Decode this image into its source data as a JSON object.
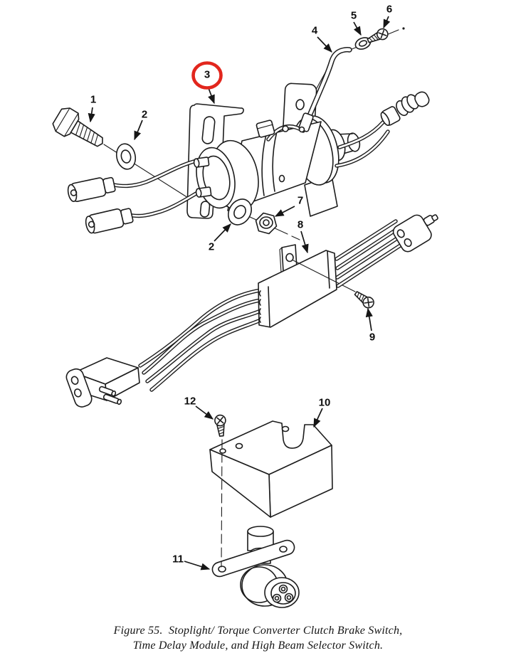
{
  "figure": {
    "caption_line1": "Figure 55.  Stoplight/ Torque Converter Clutch Brake Switch,",
    "caption_line2": "Time Delay Module, and High Beam Selector Switch."
  },
  "highlight": {
    "circled_item": "3",
    "circle_color": "#e2261d"
  },
  "callouts": [
    {
      "label": "1"
    },
    {
      "label": "2"
    },
    {
      "label": "3"
    },
    {
      "label": "4"
    },
    {
      "label": "5"
    },
    {
      "label": "6"
    },
    {
      "label": "7"
    },
    {
      "label": "8"
    },
    {
      "label": "2"
    },
    {
      "label": "9"
    },
    {
      "label": "12"
    },
    {
      "label": "10"
    },
    {
      "label": "11"
    }
  ]
}
